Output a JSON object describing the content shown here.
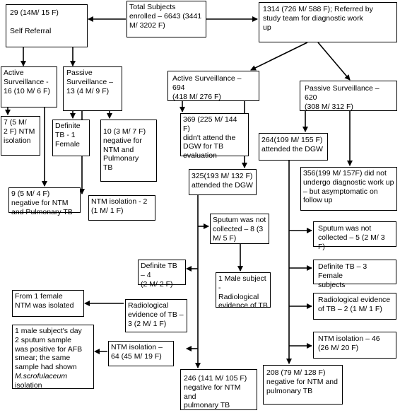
{
  "nodes": {
    "total": "Total Subjects\nenrolled – 6643 (3441\nM/ 3202 F)",
    "self_referral": "29 (14M/ 15 F)\n\nSelf Referral",
    "referred": "1314 (726 M/ 588 F); Referred by\nstudy team for diagnostic work\nup",
    "active_self": "Active\nSurveillance -\n16 (10 M/ 6 F)",
    "passive_self": "Passive\nSurveillance –\n13 (4 M/ 9 F)",
    "ntm_7": "7 (5 M/\n2 F) NTM\nisolation",
    "definite_1": "Definite\nTB - 1\nFemale",
    "neg_10": "10 (3 M/ 7 F)\nnegative for\nNTM and\nPulmonary\nTB",
    "neg_9": "9 (5 M/ 4 F)\nnegative for NTM\nand Pulmonary TB",
    "ntm_2": "NTM isolation - 2\n(1 M/ 1 F)",
    "active_694": "Active Surveillance – 694\n(418 M/ 276 F)",
    "passive_620": "Passive Surveillance – 620\n(308 M/ 312 F)",
    "didnt_369": "369 (225 M/ 144 F)\ndidn't attend the\nDGW for TB\nevaluation",
    "attended_264": "264(109 M/ 155 F)\nattended the DGW",
    "attended_325": "325(193 M/ 132 F)\nattended the DGW",
    "not_undergo_356": "356(199 M/ 157F) did not\nundergo diagnostic work up\n– but asymptomatic on\nfollow up",
    "sputum_8": "Sputum was not\ncollected – 8 (3\nM/ 5 F)",
    "sputum_5": "Sputum was not\ncollected – 5 (2 M/ 3 F)",
    "definite_4": "Definite TB – 4\n(2 M/ 2 F)",
    "definite_3f": "Definite TB – 3 Female\nsubjects",
    "male_radiological": "1 Male subject -\nRadiological\nevidence of TB",
    "ntm_female": "From 1 female\nNTM was isolated",
    "radio_3": "Radiological\nevidence of TB –\n3 (2 M/ 1 F)",
    "radio_2": "Radiological evidence\nof TB – 2 (1 M/ 1 F)",
    "male_day2": "1 male subject's day\n2 sputum sample\nwas positive for AFB\nsmear; the same\nsample had shown\n",
    "male_day2_species": "M.scrofulaceum",
    "male_day2_tail": "\nisolation",
    "ntm_64": "NTM isolation –\n64 (45 M/ 19 F)",
    "ntm_46": "NTM isolation – 46\n(26 M/ 20 F)",
    "neg_246": "246 (141 M/ 105 F)\nnegative for NTM and\npulmonary TB",
    "neg_208": "208 (79 M/ 128 F)\nnegative for NTM and\npulmonary TB"
  }
}
